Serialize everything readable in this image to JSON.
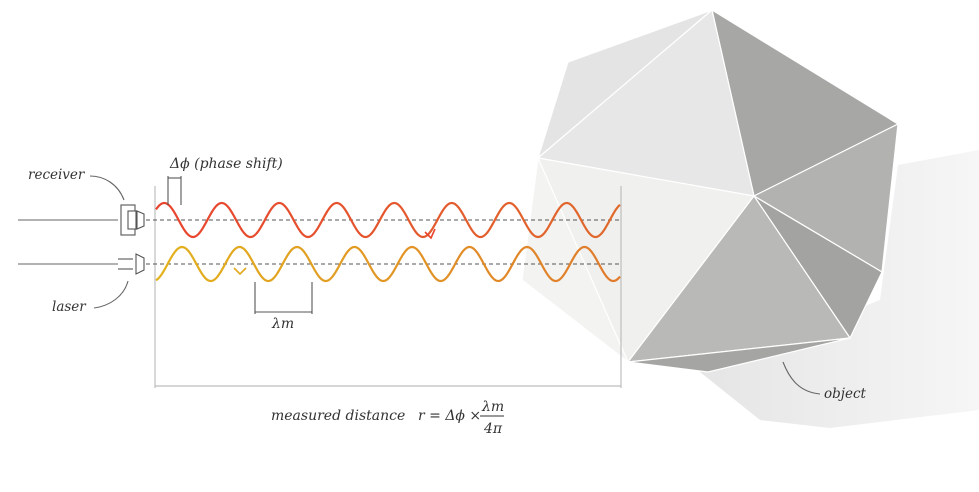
{
  "labels": {
    "receiver": "receiver",
    "laser": "laser",
    "phase_shift": "Δϕ (phase shift)",
    "wavelength": "λm",
    "measured_distance": "measured distance",
    "formula_lhs": "r = Δϕ ×",
    "formula_numerator": "λm",
    "formula_denominator": "4π",
    "object": "object"
  },
  "colors": {
    "outgoing_wave_start": "#e3b21c",
    "outgoing_wave_end": "#e07a2c",
    "return_wave_start": "#e8442e",
    "return_wave_end": "#e06a2c",
    "object_light": "#ececec",
    "object_dark": "#a9a9a6",
    "shadow": "#e9e9e9"
  }
}
